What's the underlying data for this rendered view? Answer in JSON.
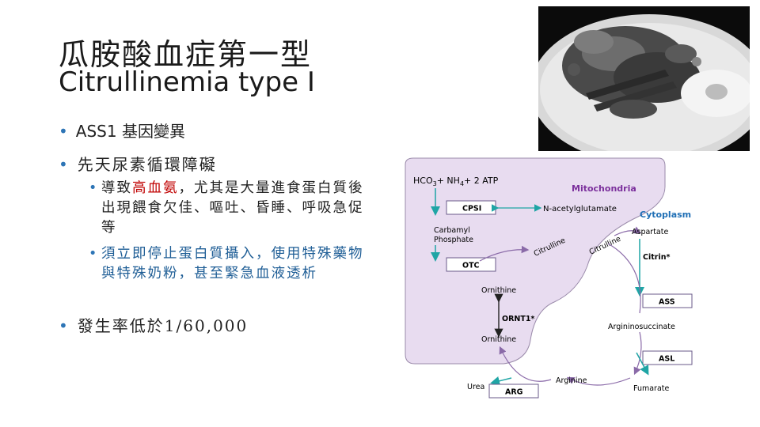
{
  "title_zh": "瓜胺酸血症第一型",
  "title_en": "Citrullinemia type I",
  "bullets": {
    "b1": "ASS1 基因變異",
    "b2": "先天尿素循環障礙",
    "sub1_pre": "導致",
    "sub1_red": "高血氨",
    "sub1_post": "，尤其是大量進食蛋白質後出現餵食欠佳、嘔吐、昏睡、呼吸急促等",
    "sub2": "須立即停止蛋白質攝入，使用特殊藥物與特殊奶粉，甚至緊急血液透析",
    "b3": "發生率低於1/60,000"
  },
  "diagram": {
    "hco3": "HCO",
    "hco3_sub": "3",
    "plus_nh4": "+ NH",
    "nh4_sub": "4",
    "atp": "+ 2 ATP",
    "mitochondria": "Mitochondria",
    "cytoplasm": "Cytoplasm",
    "cpsi": "CPSI",
    "nag": "N-acetylglutamate",
    "carbamyl": "Carbamyl",
    "phosphate": "Phosphate",
    "otc": "OTC",
    "citrulline_in": "Citrulline",
    "citrulline_out": "Citrulline",
    "aspartate": "Aspartate",
    "citrin": "Citrin*",
    "ornithine_top": "Ornithine",
    "ornt1": "ORNT1*",
    "ornithine_bottom": "Ornithine",
    "ass": "ASS",
    "argininosuccinate": "Argininosuccinate",
    "asl": "ASL",
    "urea": "Urea",
    "arg": "ARG",
    "arginine": "Arginine",
    "fumarate": "Fumarate"
  },
  "colors": {
    "accent": "#2e75b6",
    "highlight": "#c00000",
    "teal": "#1fa5a5",
    "mito_fill": "#e8dcf0",
    "mito_label": "#7b2f9c"
  }
}
